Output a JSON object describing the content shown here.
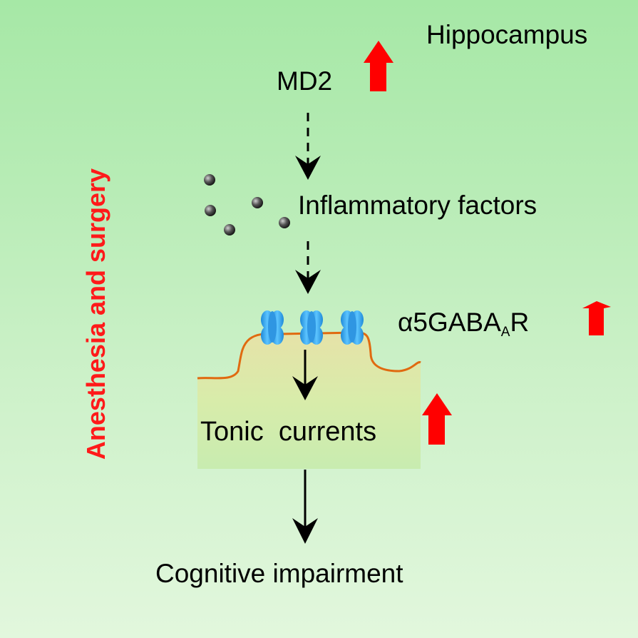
{
  "labels": {
    "region": "Hippocampus",
    "md2": "MD2",
    "inflammatory": "Inflammatory factors",
    "receptor_main": "α5GABA",
    "receptor_sub": "A",
    "receptor_tail": "R",
    "tonic": "Tonic  currents",
    "outcome": "Cognitive impairment",
    "side": "Anesthesia and surgery"
  },
  "colors": {
    "up_arrow": "#ff0000",
    "side_text": "#ff1a1a",
    "membrane": "#e06a10",
    "cell_fill": "#d8ecb0",
    "channel": "#3aa0e8",
    "particle": "#2a2a2a"
  },
  "icons": [
    "up-arrow-icon",
    "dashed-down-arrow-icon",
    "solid-down-arrow-icon",
    "ion-channel-icon",
    "particle-icon"
  ]
}
